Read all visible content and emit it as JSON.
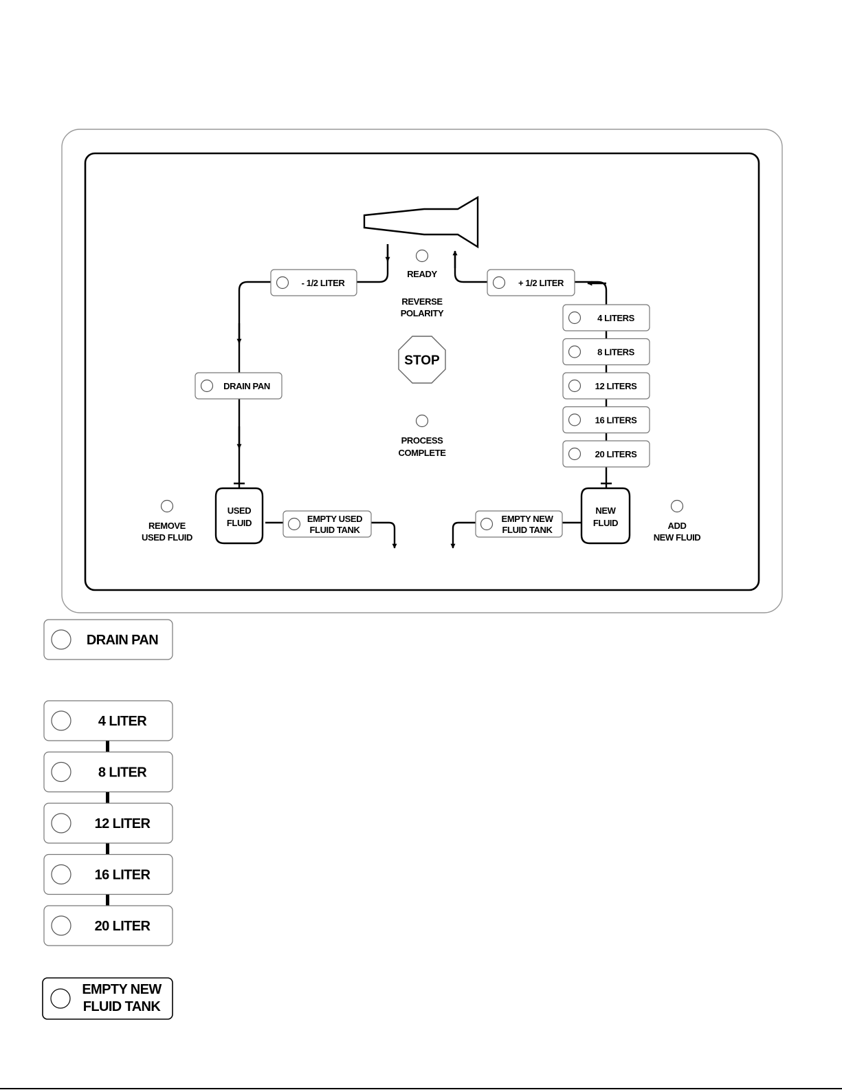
{
  "panel": {
    "ready": "READY",
    "reverse_polarity": [
      "REVERSE",
      "POLARITY"
    ],
    "stop": "STOP",
    "process_complete": [
      "PROCESS",
      "COMPLETE"
    ],
    "minus_half_liter": "- 1/2 LITER",
    "plus_half_liter": "+ 1/2 LITER",
    "drain_pan": "DRAIN PAN",
    "liters": [
      "4 LITERS",
      "8 LITERS",
      "12 LITERS",
      "16 LITERS",
      "20 LITERS"
    ],
    "used_fluid_tank": [
      "USED",
      "FLUID"
    ],
    "new_fluid_tank": [
      "NEW",
      "FLUID"
    ],
    "empty_used_fluid_tank": [
      "EMPTY USED",
      "FLUID TANK"
    ],
    "empty_new_fluid_tank": [
      "EMPTY NEW",
      "FLUID TANK"
    ],
    "remove_used_fluid": [
      "REMOVE",
      "USED FLUID"
    ],
    "add_new_fluid": [
      "ADD",
      "NEW FLUID"
    ]
  },
  "detail_labels": {
    "drain_pan": "DRAIN PAN",
    "liters": [
      "4 LITER",
      "8 LITER",
      "12 LITER",
      "16 LITER",
      "20 LITER"
    ],
    "empty_new_fluid_tank": [
      "EMPTY NEW",
      "FLUID TANK"
    ]
  },
  "colors": {
    "line": "#000000",
    "outline": "#777777",
    "background": "#ffffff"
  }
}
